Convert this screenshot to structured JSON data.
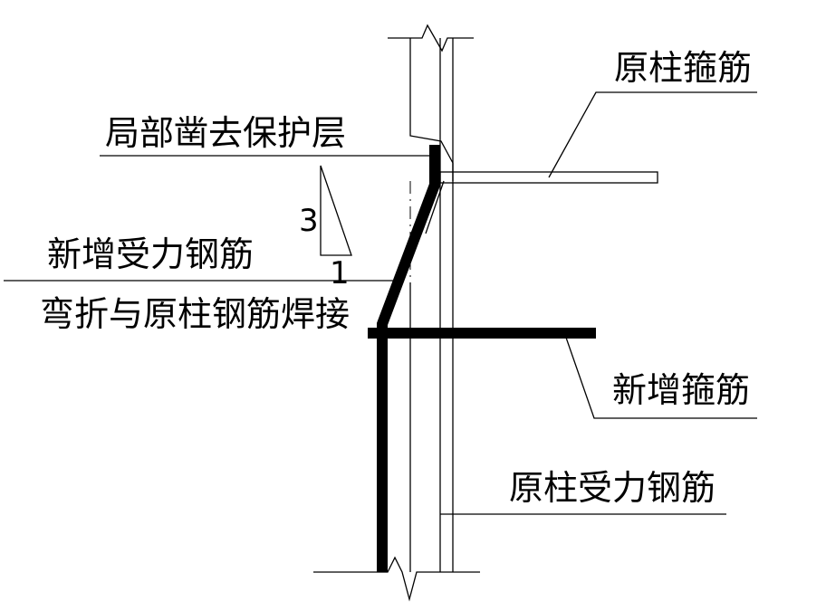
{
  "labels": {
    "original_stirrup": "原柱箍筋",
    "remove_cover": "局部凿去保护层",
    "new_main_bar": "新增受力钢筋",
    "bend_weld": "弯折与原柱钢筋焊接",
    "new_stirrup": "新增箍筋",
    "original_main_bar": "原柱受力钢筋"
  },
  "slope": {
    "rise": "3",
    "run": "1"
  }
}
